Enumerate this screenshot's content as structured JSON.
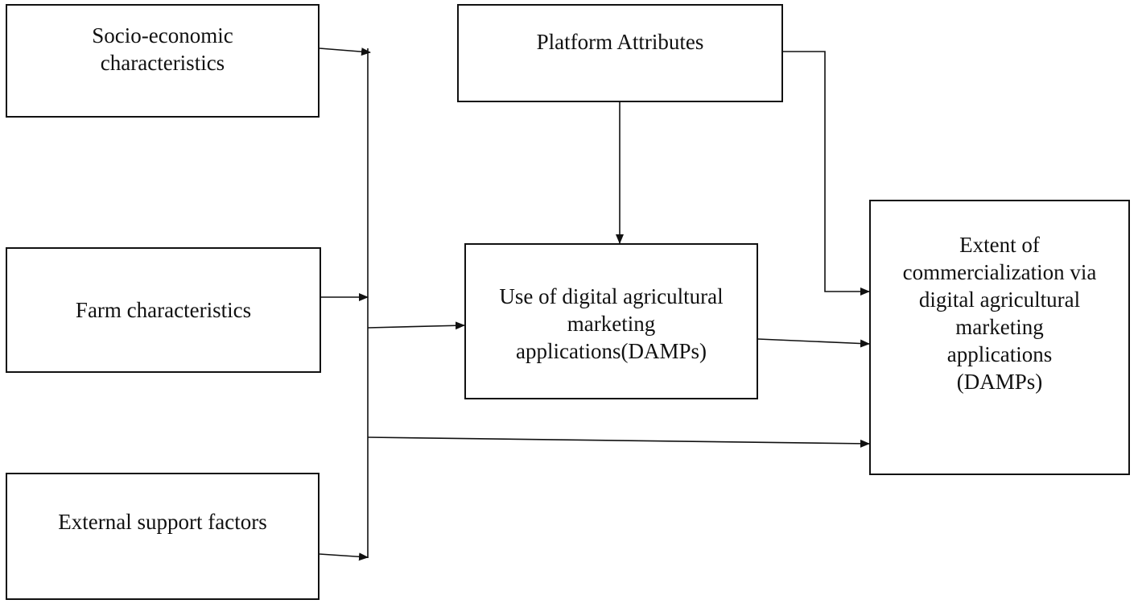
{
  "nodes": {
    "socio_economic": {
      "lines": [
        "Socio-economic",
        "characteristics"
      ]
    },
    "farm": {
      "lines": [
        "Farm characteristics"
      ]
    },
    "external_support": {
      "lines": [
        "External support factors"
      ]
    },
    "platform": {
      "lines": [
        "Platform Attributes"
      ]
    },
    "use_damps": {
      "lines": [
        "Use of digital agricultural",
        "marketing",
        "applications(DAMPs)"
      ]
    },
    "extent": {
      "lines": [
        "Extent of",
        "commercialization via",
        "digital agricultural",
        "marketing",
        "applications",
        "(DAMPs)"
      ]
    }
  },
  "colors": {
    "stroke": "#111111",
    "background": "#ffffff"
  }
}
